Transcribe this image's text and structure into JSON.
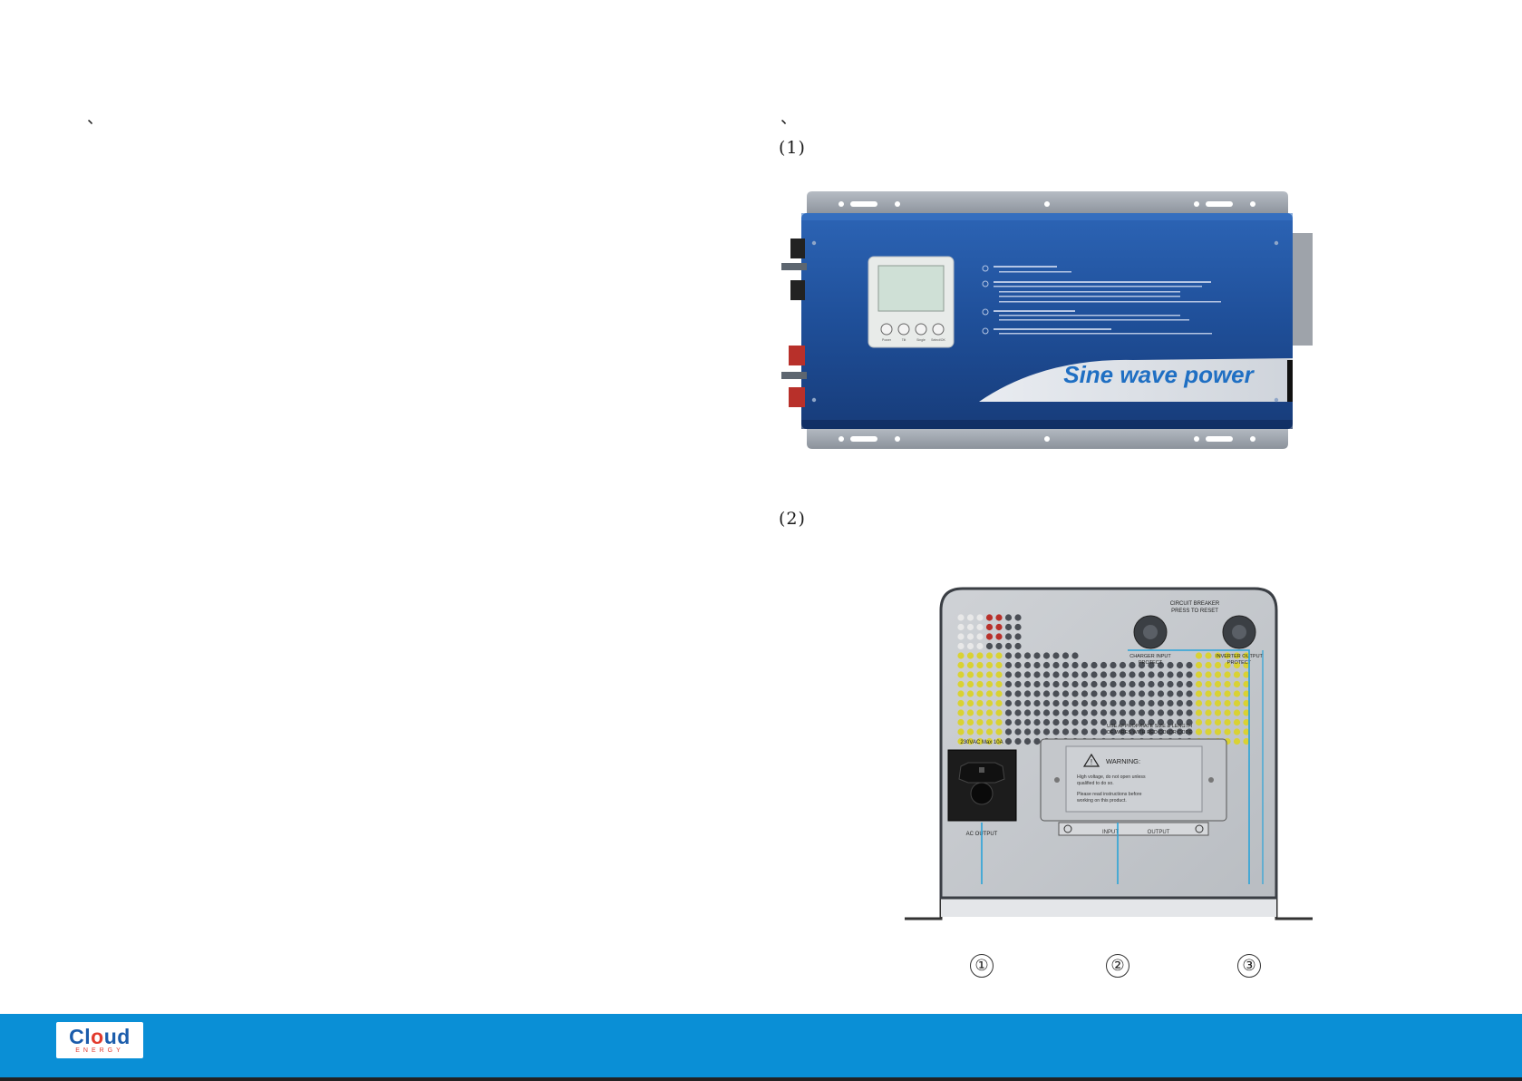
{
  "left_page": {
    "mark": "、"
  },
  "right_page": {
    "mark": "、",
    "section1": {
      "label": "(1)",
      "inverter_front": {
        "brand_text": "Sine wave power",
        "lcd_buttons": [
          "Power",
          "Tilt",
          "Single",
          "Select/OK"
        ],
        "body_color": "#1f4f99"
      }
    },
    "section2": {
      "label": "(2)",
      "inverter_rear": {
        "breaker_title": "CIRCUIT BREAKER\nPRESS TO RESET",
        "breaker_left": "CHARGER INPUT\nPROTECT",
        "breaker_right": "INVERTER OUTPUT\nPROTECT",
        "socket_top": "230VAC Max 10A",
        "socket_bottom": "AC OUTPUT",
        "wire_note": "USE APPROPRIATE SIZE & LENGTH\nOF WIRES WITH RED COLOR CODE",
        "warning_title": "WARNING:",
        "warning_text_1": "High voltage, do not open unless\nqualified to do so.",
        "warning_text_2": "Please read instructions before\nworking on this product.",
        "terminal_input": "INPUT",
        "terminal_output": "OUTPUT"
      },
      "callouts": [
        "①",
        "②",
        "③"
      ]
    }
  },
  "footer": {
    "logo_main_1": "Cl",
    "logo_main_2": "o",
    "logo_main_3": "ud",
    "logo_sub": "ENERGY",
    "color": "#0a8fd6"
  }
}
